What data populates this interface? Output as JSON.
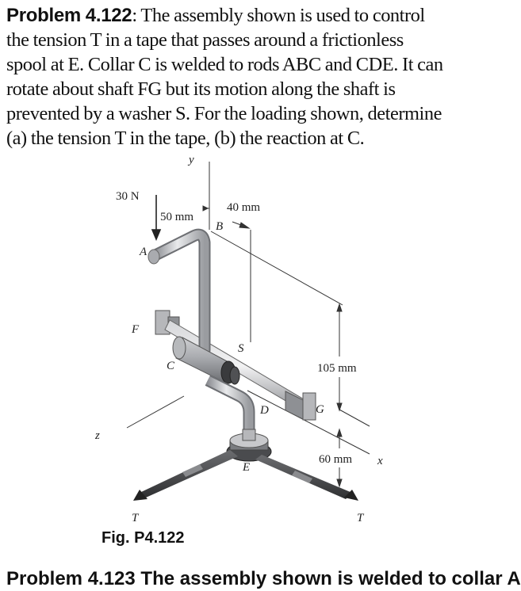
{
  "problem": {
    "heading": "Problem 4.122",
    "lines": [
      ": The assembly shown is used to control",
      "the tension T in a tape that passes around a frictionless",
      "spool at E. Collar C is welded to rods ABC and CDE. It can",
      "rotate about shaft FG but its motion along the shaft is",
      "prevented by a washer S. For the loading shown, determine",
      "(a) the tension T in the tape, (b) the reaction at C."
    ]
  },
  "figure": {
    "caption": "Fig. P4.122",
    "labels": {
      "y": "y",
      "x": "x",
      "z": "z",
      "force": "30 N",
      "dim_50": "50 mm",
      "dim_40": "40 mm",
      "dim_105": "105 mm",
      "dim_60": "60 mm",
      "A": "A",
      "B": "B",
      "C": "C",
      "D": "D",
      "E": "E",
      "F": "F",
      "G": "G",
      "S": "S",
      "T_left": "T",
      "T_right": "T"
    }
  },
  "next_problem": "Problem 4.123 The assembly shown is welded to collar A"
}
